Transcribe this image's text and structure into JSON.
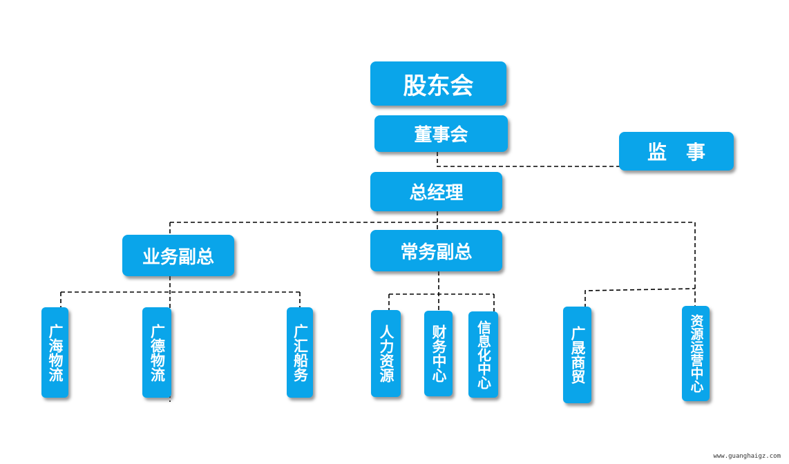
{
  "nodes": {
    "shareholders": "股东会",
    "board": "董事会",
    "supervisor": "监　事",
    "general_manager": "总经理",
    "business_vp": "业务副总",
    "executive_vp": "常务副总",
    "guanghai_logistics": "广海物流",
    "guangde_logistics": "广德物流",
    "guanghui_shipping": "广汇船务",
    "hr": "人力资源",
    "finance": "财务中心",
    "it": "信息化中心",
    "guangsheng_trade": "广晟商贸",
    "resource_ops": "资源运营中心"
  },
  "watermark": "www.guanghaigz.com",
  "colors": {
    "box": "#0aa5ea",
    "text": "#ffffff",
    "line": "#000000"
  }
}
